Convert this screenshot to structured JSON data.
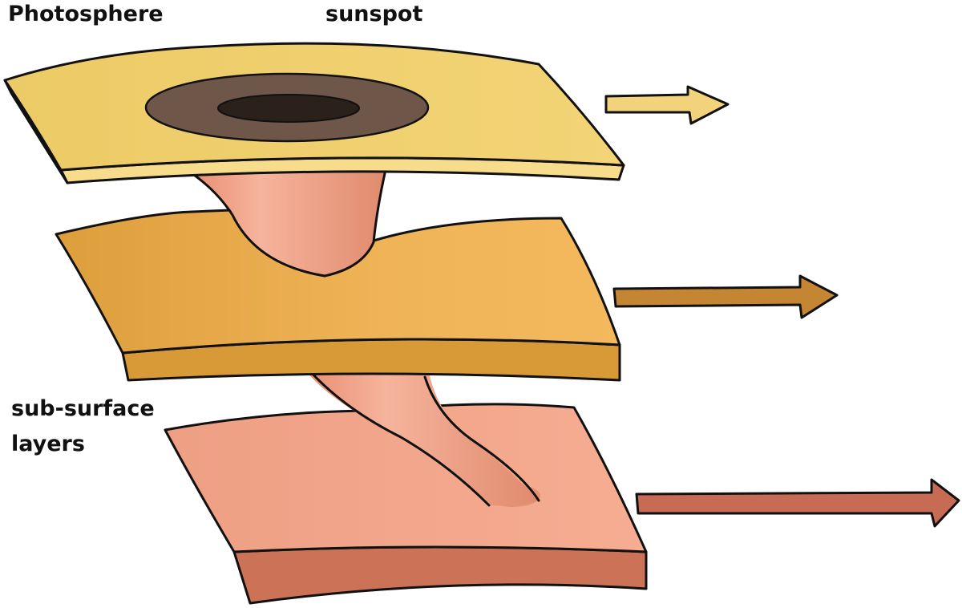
{
  "labels": {
    "photosphere": "Photosphere",
    "sunspot": "sunspot",
    "subsurface_line1": "sub-surface",
    "subsurface_line2": "layers"
  },
  "colors": {
    "photosphere_top": "#f0cf6e",
    "photosphere_edge": "#f6dc8b",
    "middle_top": "#e4a640",
    "middle_edge": "#d79a36",
    "bottom_top": "#f1a589",
    "bottom_edge": "#cc7257",
    "flux_tube": "#f0a488",
    "umbra": "#2a211b",
    "penumbra": "#6e5648",
    "arrow_top": "#f2d37c",
    "arrow_middle": "#c48633",
    "arrow_bottom": "#c86b55",
    "outline": "#111111"
  },
  "arrows": [
    {
      "layer": "photosphere",
      "relative_speed": "slow"
    },
    {
      "layer": "middle",
      "relative_speed": "medium"
    },
    {
      "layer": "bottom",
      "relative_speed": "fast"
    }
  ]
}
